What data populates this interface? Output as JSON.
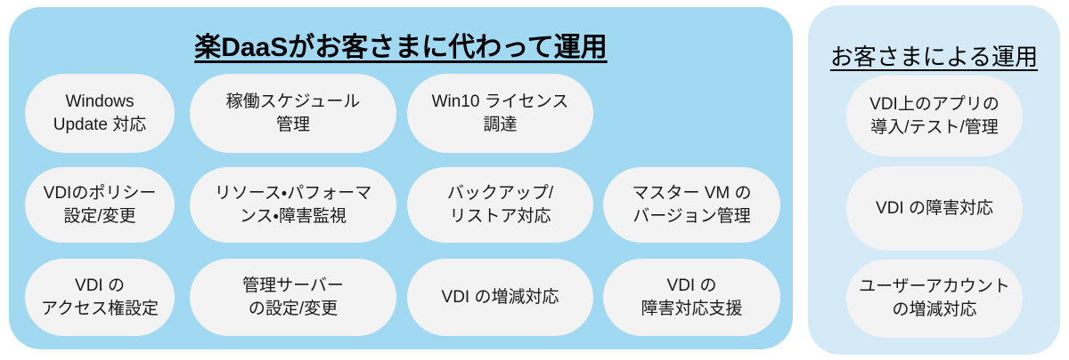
{
  "colors": {
    "page_bg": "#FFFFFF",
    "left_panel_bg": "#A1D8F2",
    "right_panel_bg": "#D4EBF7",
    "pill_bg": "#F3F3F3",
    "title": "#000000",
    "text": "#1A1A1A"
  },
  "left_panel": {
    "title": "楽DaaSがお客さまに代わって運用",
    "items": [
      "Windows\nUpdate 対応",
      "稼働スケジュール\n管理",
      "Win10 ライセンス\n調達",
      "VDIのポリシー\n設定/変更",
      "リソース・パフォーマ\nンス・障害監視",
      "バックアップ/\nリストア対応",
      "マスター VM の\nバージョン管理",
      "VDI の\nアクセス権設定",
      "管理サーバー\nの設定/変更",
      "VDI の増減対応",
      "VDI の\n障害対応支援"
    ]
  },
  "right_panel": {
    "title": "お客さまによる運用",
    "items": [
      "VDI上のアプリの\n導入/テスト/管理",
      "VDI の障害対応",
      "ユーザーアカウント\nの増減対応"
    ]
  }
}
